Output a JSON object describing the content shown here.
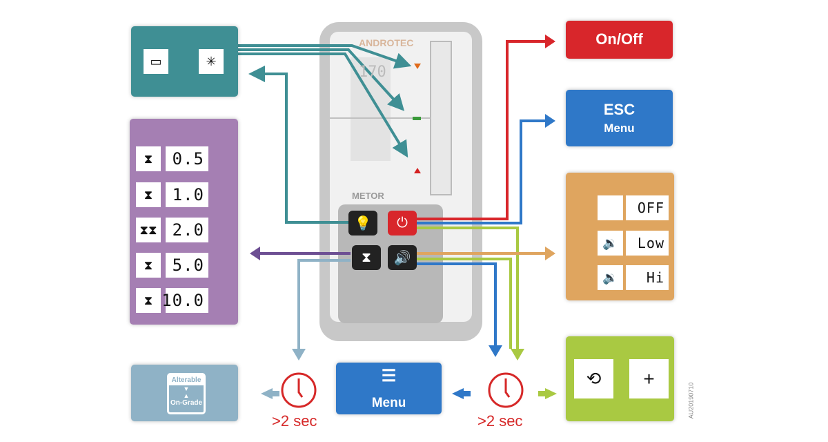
{
  "device": {
    "brand": "ANDROTEC",
    "model": "METOR",
    "display_value": "170"
  },
  "actions": {
    "on_off": "On/Off",
    "esc": "ESC",
    "esc_sub": "Menu",
    "menu": "Menu"
  },
  "accuracy": {
    "rows": [
      {
        "value": "0.5"
      },
      {
        "value": "1.0"
      },
      {
        "value": "2.0"
      },
      {
        "value": "5.0"
      },
      {
        "value": "10.0"
      }
    ]
  },
  "volume": {
    "rows": [
      {
        "value": "OFF",
        "icon": "none"
      },
      {
        "value": "Low",
        "icon": "speaker-icon"
      },
      {
        "value": "Hi",
        "icon": "speaker-icon"
      }
    ]
  },
  "mode": {
    "alterable": "Alterable",
    "on_grade": "On-Grade"
  },
  "timers": {
    "left": ">2 sec",
    "right": ">2 sec"
  },
  "doc_code": "AU20190710",
  "colors": {
    "teal": "#3f8f94",
    "purple": "#a57fb3",
    "light_blue": "#8fb2c6",
    "blue": "#2f78c8",
    "red": "#d8262b",
    "orange": "#dfa55f",
    "green": "#a9c942",
    "clock": "#d62828"
  }
}
